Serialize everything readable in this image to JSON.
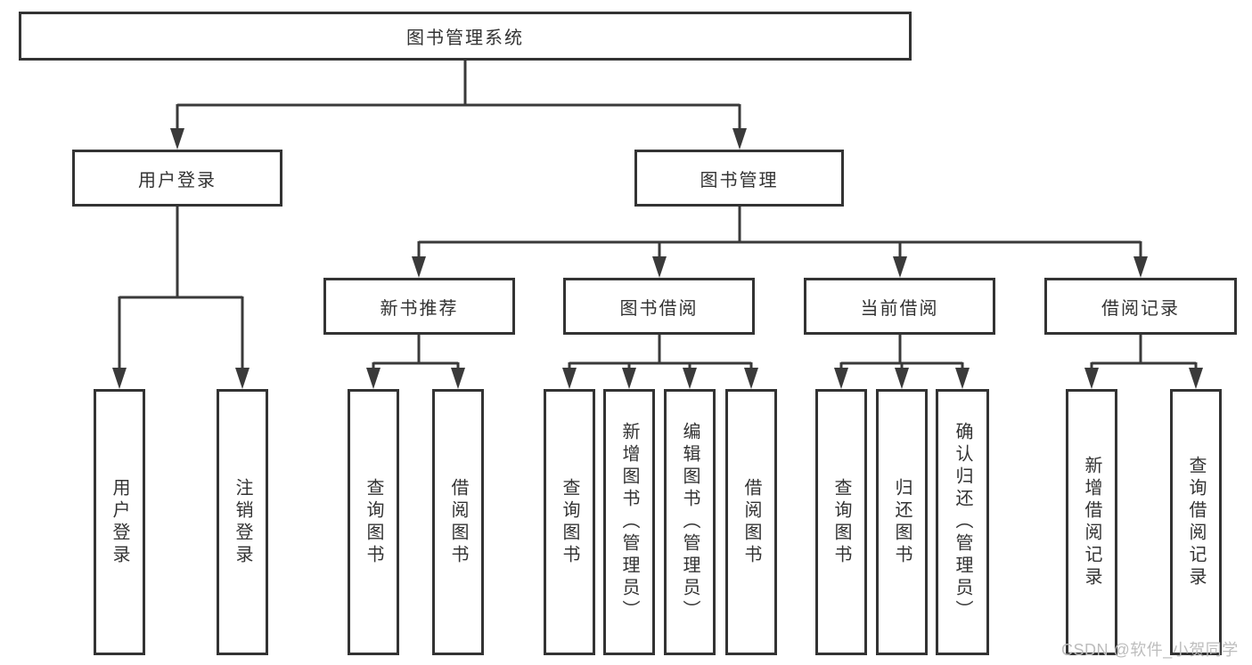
{
  "tree": {
    "label": "图书管理系统",
    "children": [
      {
        "label": "用户登录",
        "children": [
          {
            "label": "用户登录"
          },
          {
            "label": "注销登录"
          }
        ]
      },
      {
        "label": "图书管理",
        "children": [
          {
            "label": "新书推荐",
            "children": [
              {
                "label": "查询图书"
              },
              {
                "label": "借阅图书"
              }
            ]
          },
          {
            "label": "图书借阅",
            "children": [
              {
                "label": "查询图书"
              },
              {
                "label": "新增图书（管理员）"
              },
              {
                "label": "编辑图书（管理员）"
              },
              {
                "label": "借阅图书"
              }
            ]
          },
          {
            "label": "当前借阅",
            "children": [
              {
                "label": "查询图书"
              },
              {
                "label": "归还图书"
              },
              {
                "label": "确认归还（管理员）"
              }
            ]
          },
          {
            "label": "借阅记录",
            "children": [
              {
                "label": "新增借阅记录"
              },
              {
                "label": "查询借阅记录"
              }
            ]
          }
        ]
      }
    ]
  },
  "watermark": {
    "text": "CSDN @软件_小贺同学"
  },
  "colors": {
    "line": "#3a3a3a",
    "box_border": "#333333",
    "text": "#333333",
    "watermark_text": "#bdbdbd",
    "background": "#ffffff"
  }
}
